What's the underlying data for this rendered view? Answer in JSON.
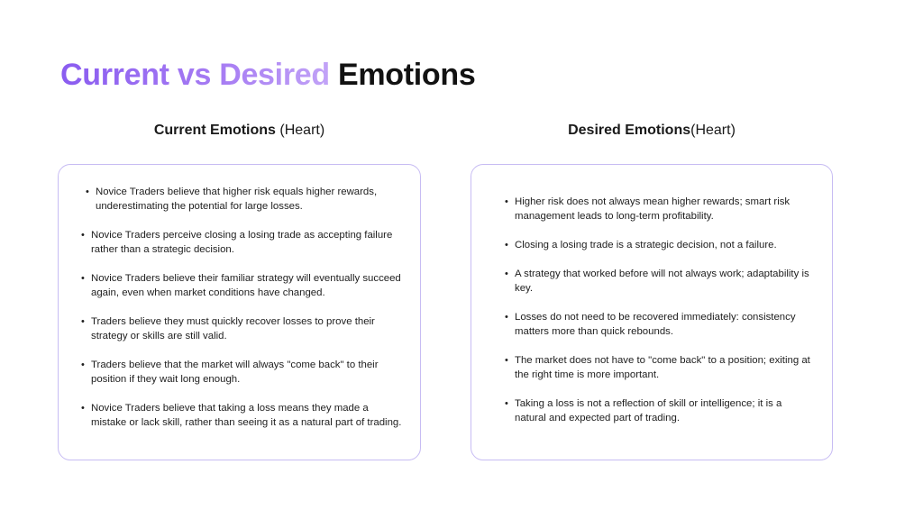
{
  "title": {
    "accent": "Current vs Desired",
    "rest": "Emotions"
  },
  "left": {
    "heading_bold": "Current Emotions",
    "heading_normal": " (Heart)",
    "items": [
      "Novice Traders believe that higher risk equals higher rewards, underestimating the potential for large losses.",
      "Novice Traders perceive closing a losing trade as accepting failure rather than a strategic decision.",
      "Novice Traders believe their familiar strategy will eventually succeed again, even when market conditions have changed.",
      "Traders believe they must quickly recover losses to prove their strategy or skills are still valid.",
      "Traders believe that the market will always \"come back\" to their position if they wait long enough.",
      "Novice Traders believe that taking a loss means they made a mistake or lack skill, rather than seeing it as a natural part of trading."
    ]
  },
  "right": {
    "heading_bold": "Desired Emotions",
    "heading_normal": "(Heart)",
    "items": [
      "Higher risk does not always mean higher rewards; smart risk management leads to long-term profitability.",
      "Closing a losing trade is a strategic decision, not a failure.",
      "A strategy that worked before will not always work; adaptability is key.",
      "Losses do not need to be recovered immediately:  consistency matters more than quick rebounds.",
      "The market does not have to \"come back\" to a position; exiting at the right time is more important.",
      "Taking a loss is not a reflection of skill or intelligence; it is a natural and expected part of trading."
    ]
  }
}
